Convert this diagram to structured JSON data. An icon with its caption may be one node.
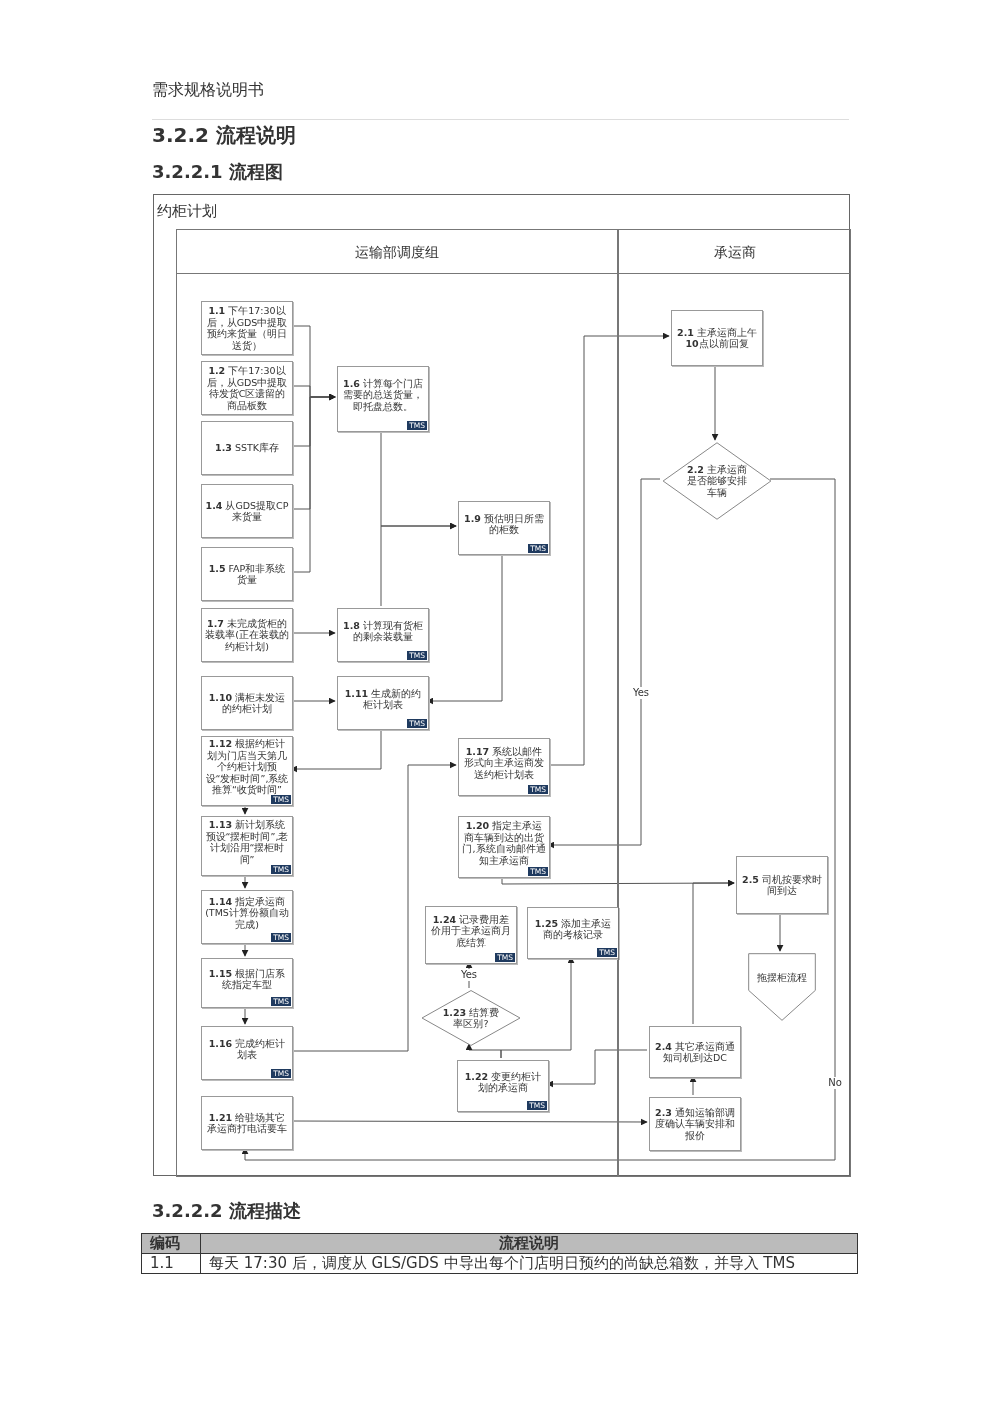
{
  "diagram": {
    "nodes": [
      {
        "text": [
          "约柜计划"
        ]
      },
      {
        "text": [
          "运输部调度组"
        ],
        "in": 0
      },
      {
        "text": [
          "承运商"
        ],
        "in": 0
      },
      {
        "text": [
          "**1.1** 下午17:30以后，从GDS中提取预约来货量（明日送货）"
        ],
        "in": 1
      },
      {
        "text": [
          "**1.2** 下午17:30以后，从GDS中提取待发货C区遗留的商品板数"
        ],
        "in": 1
      },
      {
        "text": [
          "**1.3** SSTK库存"
        ],
        "in": 1
      },
      {
        "text": [
          "**1.4** 从GDS提取CP来货量"
        ],
        "in": 1
      },
      {
        "text": [
          "**1.5** FAP和非系统货量"
        ],
        "in": 1
      },
      {
        "text": [
          "**1.6** 计算每个门店需要的总送货量，即托盘总数。",
          "TMS"
        ],
        "in": 1
      },
      {
        "text": [
          "**1.7** 未完成货柜的装载率(正在装载的约柜计划)"
        ],
        "in": 1
      },
      {
        "text": [
          "**1.8** 计算现有货柜的剩余装载量",
          "TMS"
        ],
        "in": 1
      },
      {
        "text": [
          "**1.9** 预估明日所需的柜数",
          "TMS"
        ],
        "in": 1
      },
      {
        "text": [
          "**1.10** 满柜未发运的约柜计划"
        ],
        "in": 1
      },
      {
        "text": [
          "**1.11** 生成新的约柜计划表",
          "TMS"
        ],
        "in": 1
      },
      {
        "text": [
          "**1.12** 根据约柜计划为门店当天第几个约柜计划预设“发柜时间”,系统推算“收货时间”",
          "TMS"
        ],
        "in": 1
      },
      {
        "text": [
          "**1.13** 新计划系统预设“摆柜时间”,老计划沿用“摆柜时间”",
          "TMS"
        ],
        "in": 1
      },
      {
        "text": [
          "**1.14** 指定承运商(TMS计算份额自动完成)",
          "TMS"
        ],
        "in": 1
      },
      {
        "text": [
          "**1.15** 根据门店系统指定车型",
          "TMS"
        ],
        "in": 1
      },
      {
        "text": [
          "**1.16** 完成约柜计划表",
          "TMS"
        ],
        "in": 1
      },
      {
        "text": [
          "**1.17** 系统以邮件形式向主承运商发送约柜计划表",
          "TMS"
        ],
        "in": 1
      },
      {
        "text": [
          "**1.20** 指定主承运商车辆到达的出货门,系统自动邮件通知主承运商",
          "TMS"
        ],
        "in": 1
      },
      {
        "text": [
          "**1.24** 记录费用差价用于主承运商月底结算",
          "TMS"
        ],
        "in": 1
      },
      {
        "text": [
          "**1.25** 添加主承运商的考核记录",
          "TMS"
        ],
        "in": 1
      },
      {
        "text": [
          "**1.23** 结算费率区别?"
        ],
        "in": 1
      },
      {
        "text": [
          "**1.22** 变更约柜计划的承运商",
          "TMS"
        ],
        "in": 1
      },
      {
        "text": [
          "**1.21** 给驻场其它承运商打电话要车"
        ],
        "in": 1
      },
      {
        "text": [
          "**2.1** 主承运商上午**10**点以前回复"
        ],
        "in": 2
      },
      {
        "text": [
          "**2.2** 主承运商是否能够安排车辆"
        ],
        "in": 2
      },
      {
        "text": [
          "**2.5** 司机按要求时间到达"
        ],
        "in": 2
      },
      {
        "text": [
          "拖摆柜流程"
        ],
        "in": 2
      },
      {
        "text": [
          "**2.4** 其它承运商通知司机到达DC"
        ],
        "in": 2
      },
      {
        "text": [
          "**2.3** 通知运输部调度确认车辆安排和报价"
        ],
        "in": 2
      }
    ],
    "edges": [
      {
        "from": 3,
        "to": 8,
        "arrow": "to"
      },
      {
        "from": 4,
        "to": 8,
        "arrow": "to"
      },
      {
        "from": 5,
        "to": 8,
        "arrow": "to"
      },
      {
        "from": 6,
        "to": 8,
        "arrow": "to"
      },
      {
        "from": 7,
        "to": 8,
        "arrow": "to"
      },
      {
        "from": 8,
        "to": 11,
        "arrow": "to"
      },
      {
        "from": 10,
        "to": 11,
        "arrow": "to"
      },
      {
        "from": 9,
        "to": 10,
        "arrow": "to"
      },
      {
        "from": 12,
        "to": 13,
        "arrow": "to"
      },
      {
        "from": 11,
        "to": 13,
        "arrow": "to"
      },
      {
        "from": 13,
        "to": 14,
        "arrow": "to"
      },
      {
        "from": 14,
        "to": 15,
        "arrow": "to"
      },
      {
        "from": 15,
        "to": 16,
        "arrow": "to"
      },
      {
        "from": 16,
        "to": 17,
        "arrow": "to"
      },
      {
        "from": 17,
        "to": 18,
        "arrow": "to"
      },
      {
        "from": 18,
        "to": 19,
        "arrow": "to"
      },
      {
        "from": 19,
        "to": 26,
        "arrow": "to"
      },
      {
        "from": 26,
        "to": 27,
        "arrow": "to"
      },
      {
        "from": 27,
        "to": 20,
        "arrow": "to",
        "label": "Yes"
      },
      {
        "from": 27,
        "to": 25,
        "arrow": "to",
        "label": "No"
      },
      {
        "from": 20,
        "to": 28,
        "arrow": "to"
      },
      {
        "from": 30,
        "to": 28,
        "arrow": "to"
      },
      {
        "from": 28,
        "to": 29,
        "arrow": "to"
      },
      {
        "from": 25,
        "to": 31,
        "arrow": "to"
      },
      {
        "from": 31,
        "to": 30,
        "arrow": "to"
      },
      {
        "from": 30,
        "to": 24,
        "arrow": "to"
      },
      {
        "from": 24,
        "to": 23,
        "arrow": "to"
      },
      {
        "from": 24,
        "to": 22,
        "arrow": "to"
      },
      {
        "from": 23,
        "to": 21,
        "arrow": "to",
        "label": "Yes"
      }
    ],
    "labels": [
      "需求规格说明书",
      "3.2.2 流程说明",
      "3.2.2.1 流程图",
      "3.2.2.2 流程描述",
      "编码",
      "流程说明",
      "1.1",
      "每天 17:30 后，调度从 GLS/GDS 中导出每个门店明日预约的尚缺总箱数，并导入 TMS"
    ]
  }
}
